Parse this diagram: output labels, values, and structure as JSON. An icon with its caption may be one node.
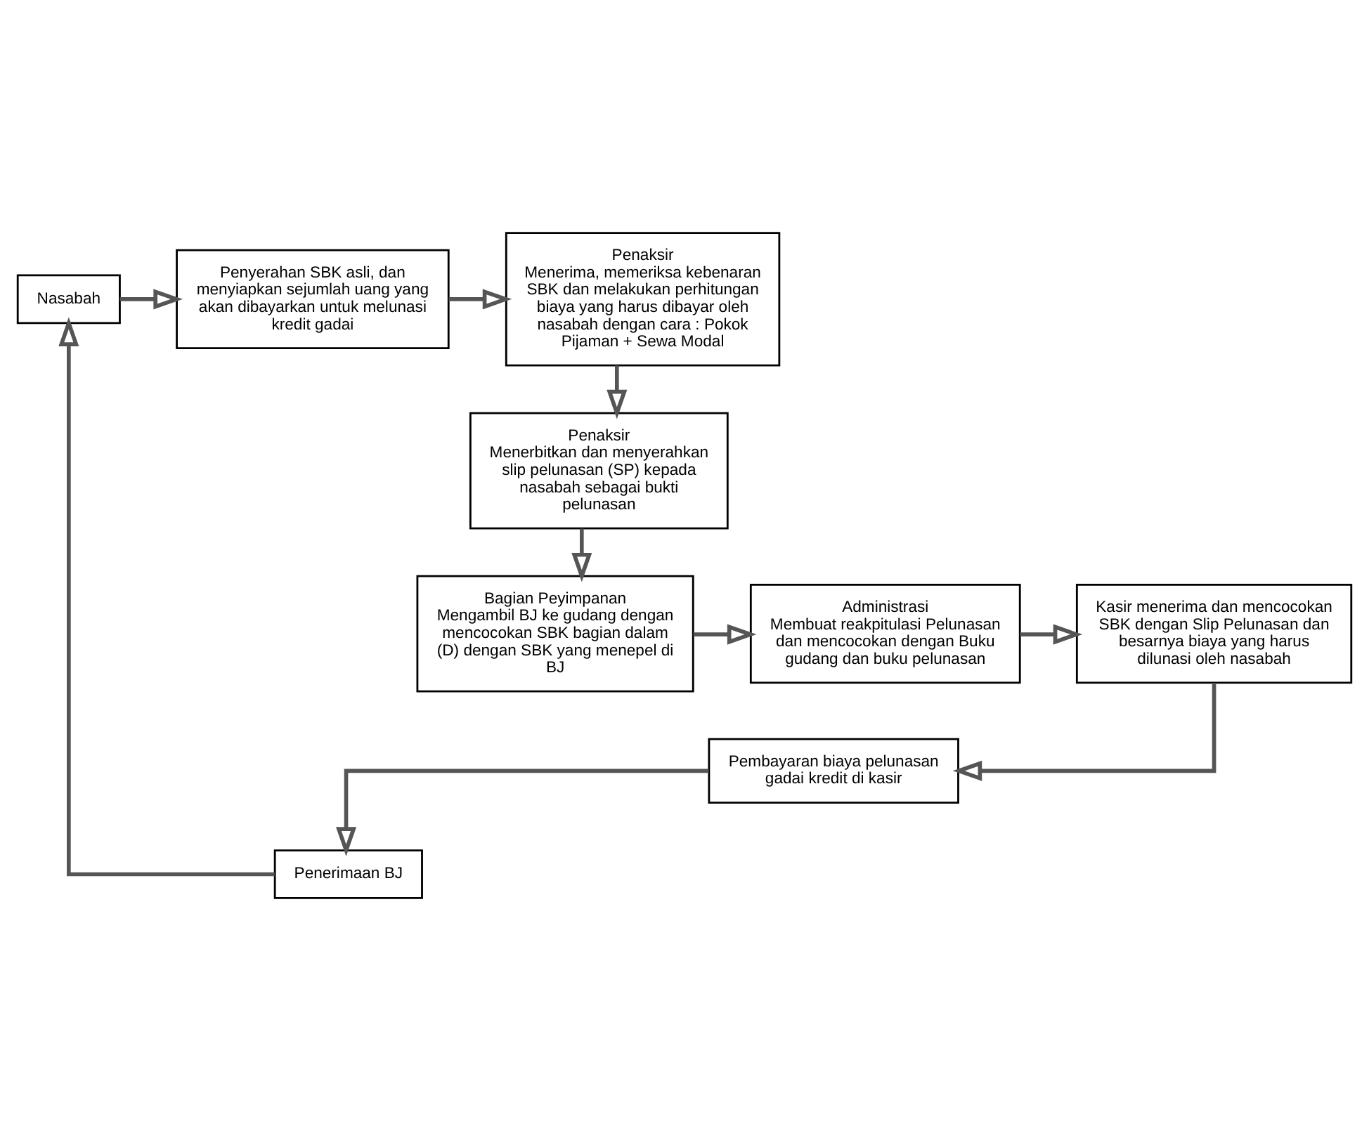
{
  "diagram": {
    "nodes": [
      {
        "text": [
          "Nasabah"
        ]
      },
      {
        "text": [
          "Penyerahan SBK asli, dan menyiapkan sejumlah uang yang akan dibayarkan untuk melunasi kredit gadai"
        ]
      },
      {
        "text": [
          "Penaksir",
          "Menerima, memeriksa kebenaran SBK dan melakukan perhitungan biaya yang harus dibayar oleh nasabah dengan cara : Pokok Pijaman + Sewa Modal"
        ]
      },
      {
        "text": [
          "Penaksir",
          "Menerbitkan dan menyerahkan slip pelunasan (SP) kepada nasabah sebagai bukti pelunasan"
        ]
      },
      {
        "text": [
          "Bagian Peyimpanan",
          "Mengambil BJ ke gudang dengan mencocokan SBK bagian dalam (D) dengan SBK yang menepel di BJ"
        ]
      },
      {
        "text": [
          "Administrasi",
          "Membuat reakpitulasi Pelunasan dan mencocokan dengan Buku gudang dan buku pelunasan"
        ]
      },
      {
        "text": [
          "Kasir menerima dan mencocokan SBK dengan Slip Pelunasan dan besarnya biaya yang harus dilunasi oleh nasabah"
        ]
      },
      {
        "text": [
          "Pembayaran biaya pelunasan gadai kredit di kasir"
        ]
      },
      {
        "text": [
          "Penerimaan BJ"
        ]
      }
    ],
    "edges": [
      {
        "from": 0,
        "to": 1,
        "arrow": "to"
      },
      {
        "from": 1,
        "to": 2,
        "arrow": "to"
      },
      {
        "from": 2,
        "to": 3,
        "arrow": "to"
      },
      {
        "from": 3,
        "to": 4,
        "arrow": "to"
      },
      {
        "from": 4,
        "to": 5,
        "arrow": "to"
      },
      {
        "from": 5,
        "to": 6,
        "arrow": "to"
      },
      {
        "from": 6,
        "to": 7,
        "arrow": "to"
      },
      {
        "from": 7,
        "to": 8,
        "arrow": "to"
      },
      {
        "from": 8,
        "to": 0,
        "arrow": "to"
      }
    ]
  }
}
